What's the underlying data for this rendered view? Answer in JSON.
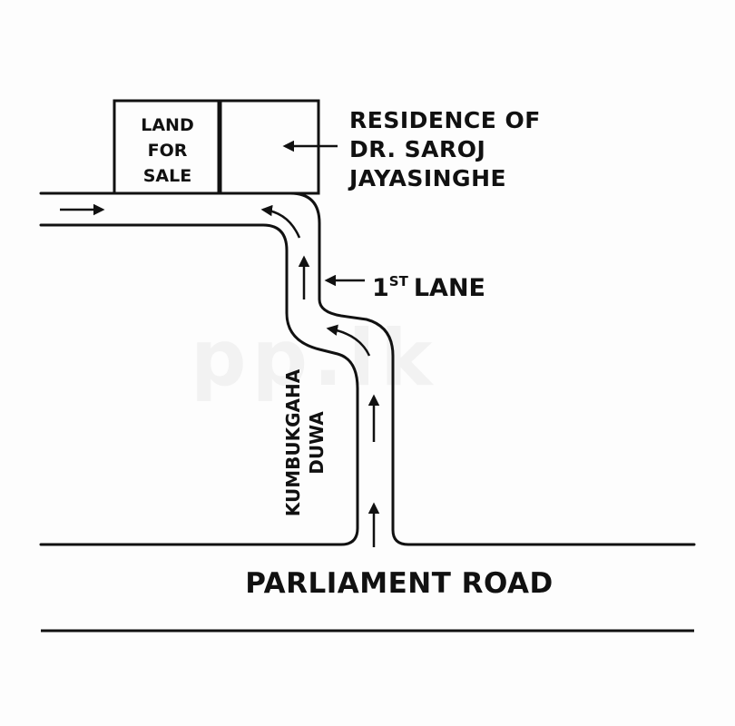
{
  "map": {
    "land_plot": {
      "line1": "LAND",
      "line2": "FOR",
      "line3": "SALE"
    },
    "residence": {
      "line1": "RESIDENCE OF",
      "line2": "DR. SAROJ",
      "line3": "JAYASINGHE"
    },
    "lane": {
      "number": "1",
      "suffix": "ST",
      "name": "LANE"
    },
    "side_road": {
      "line1": "KUMBUKGAHA",
      "line2": "DUWA"
    },
    "main_road": {
      "name": "PARLIAMENT ROAD"
    },
    "watermark": "pp.lk"
  },
  "colors": {
    "ink": "#111111",
    "background": "#ffffff"
  },
  "icons": [
    "direction-arrow",
    "pointer-arrow"
  ]
}
